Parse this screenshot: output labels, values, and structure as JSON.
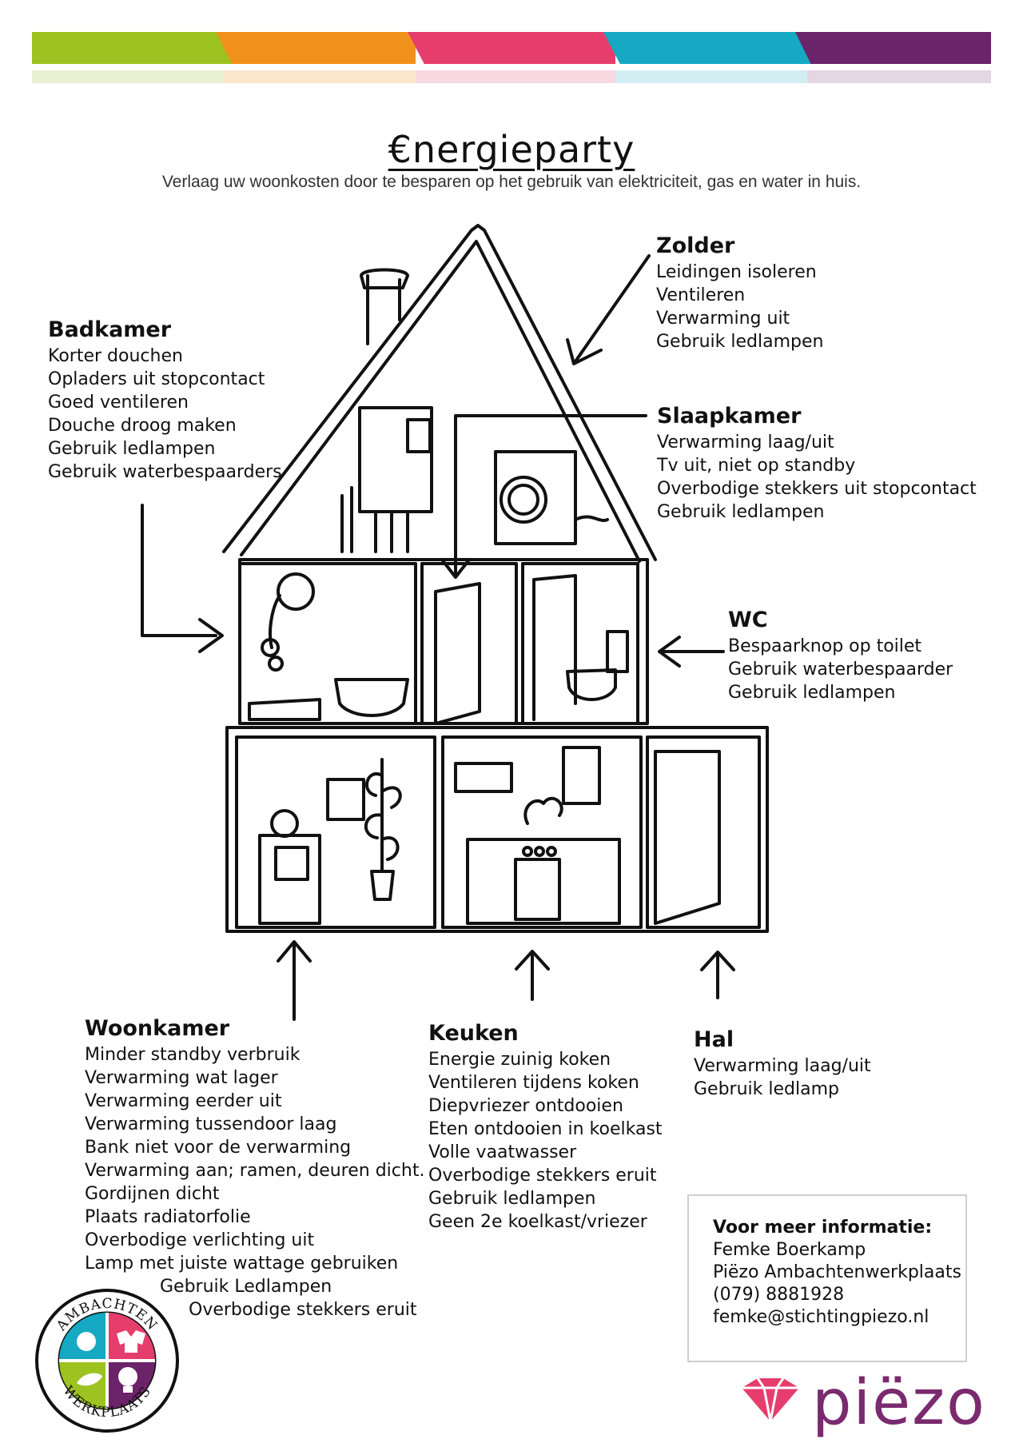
{
  "colors": {
    "bar_green": "#9cc31f",
    "bar_orange": "#f09219",
    "bar_pink": "#e53e6d",
    "bar_cyan": "#15a9c3",
    "bar_purple": "#6b2369",
    "logo_purple": "#7a2a6e"
  },
  "header": {
    "title": "€nergieparty",
    "subtitle": "Verlaag uw woonkosten door te besparen op het gebruik van elektriciteit, gas en water in huis."
  },
  "rooms": {
    "zolder": {
      "title": "Zolder",
      "items": [
        "Leidingen isoleren",
        "Ventileren",
        "Verwarming uit",
        "Gebruik ledlampen"
      ]
    },
    "badkamer": {
      "title": "Badkamer",
      "items": [
        "Korter douchen",
        "Opladers uit stopcontact",
        "Goed ventileren",
        "Douche droog maken",
        "Gebruik ledlampen",
        "Gebruik waterbespaarders"
      ]
    },
    "slaapkamer": {
      "title": "Slaapkamer",
      "items": [
        "Verwarming laag/uit",
        "Tv uit, niet op standby",
        "Overbodige stekkers uit stopcontact",
        "Gebruik ledlampen"
      ]
    },
    "wc": {
      "title": "WC",
      "items": [
        "Bespaarknop op toilet",
        "Gebruik waterbespaarder",
        "Gebruik ledlampen"
      ]
    },
    "woonkamer": {
      "title": "Woonkamer",
      "items": [
        "Minder standby verbruik",
        "Verwarming wat lager",
        "Verwarming eerder uit",
        "Verwarming tussendoor laag",
        "Bank niet voor de verwarming",
        "Verwarming aan; ramen, deuren dicht.",
        "Gordijnen dicht",
        "Plaats radiatorfolie",
        "Overbodige verlichting uit",
        "Lamp met juiste wattage gebruiken",
        "Gebruik Ledlampen",
        "Overbodige stekkers eruit"
      ]
    },
    "keuken": {
      "title": "Keuken",
      "items": [
        "Energie zuinig koken",
        "Ventileren tijdens koken",
        "Diepvriezer ontdooien",
        "Eten ontdooien in koelkast",
        "Volle vaatwasser",
        "Overbodige stekkers eruit",
        "Gebruik ledlampen",
        "Geen 2e koelkast/vriezer"
      ]
    },
    "hal": {
      "title": "Hal",
      "items": [
        "Verwarming laag/uit",
        "Gebruik ledlamp"
      ]
    }
  },
  "info": {
    "title": "Voor meer informatie:",
    "name": "Femke Boerkamp",
    "org": "Piëzo Ambachtenwerkplaats",
    "phone": "(079) 8881928",
    "email": "femke@stichtingpiezo.nl"
  },
  "badge": {
    "top_text": "AMBACHTEN",
    "bottom_text": "WERKPLAATS"
  },
  "logo": {
    "text": "piëzo"
  }
}
